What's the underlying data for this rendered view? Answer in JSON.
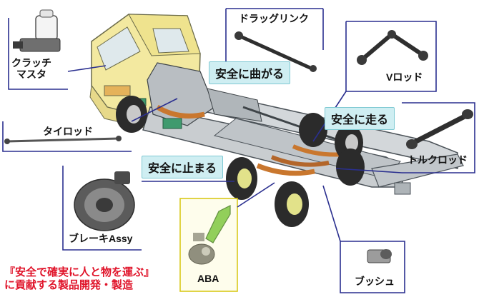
{
  "labels": {
    "clutch_master_1": "クラッチ",
    "clutch_master_2": "マスタ",
    "drag_link": "ドラッグリンク",
    "v_rod": "Vロッド",
    "tie_rod": "タイロッド",
    "torque_rod": "トルクロッド",
    "brake_assy": "ブレーキAssy",
    "aba": "ABA",
    "bush": "ブッシュ"
  },
  "callouts": {
    "turn_safely": "安全に曲がる",
    "run_safely": "安全に走る",
    "stop_safely": "安全に止まる"
  },
  "slogan": {
    "line1": "『安全で確実に人と物を運ぶ』",
    "line2": "に貢献する製品開発・製造"
  },
  "colors": {
    "frame_box": "#2a2f8f",
    "callout_fill": "#cfeef2",
    "cab": "#f3e9a0",
    "chassis": "#c9cdd0",
    "accent_orange": "#c9772e",
    "slogan_text": "#e0142a",
    "aba_box": "#f3ea4a"
  }
}
